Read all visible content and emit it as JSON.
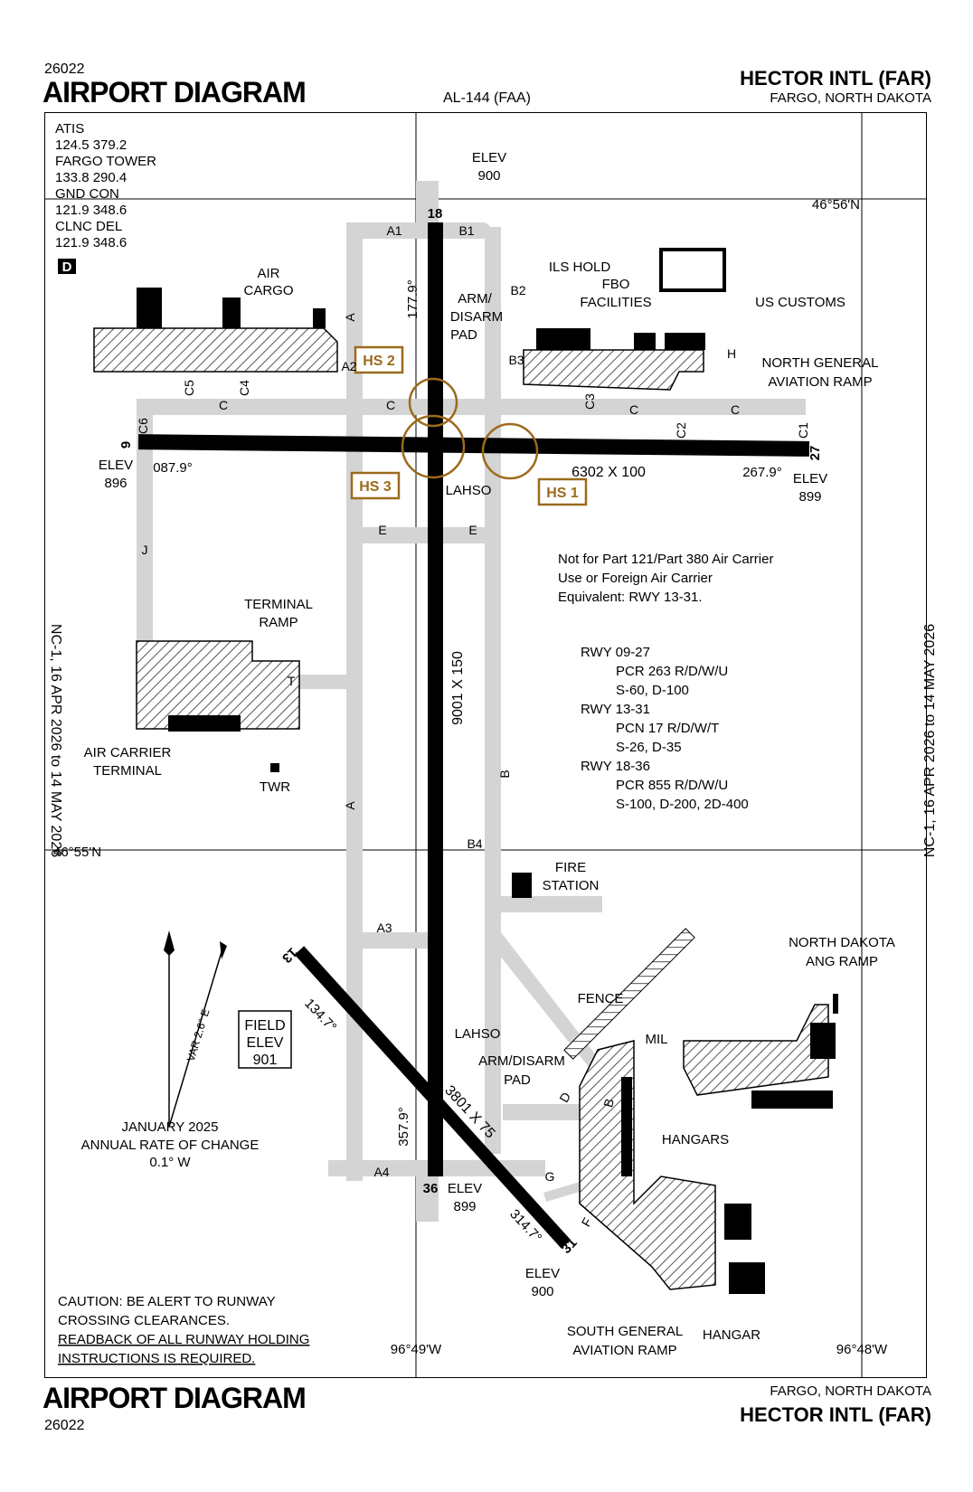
{
  "header": {
    "doc_id": "26022",
    "title": "AIRPORT DIAGRAM",
    "al_number": "AL-144 (FAA)",
    "airport_name": "HECTOR INTL (FAR)",
    "city": "FARGO, NORTH DAKOTA"
  },
  "footer": {
    "title": "AIRPORT DIAGRAM",
    "doc_id": "26022",
    "city": "FARGO, NORTH DAKOTA",
    "airport_name": "HECTOR INTL (FAR)"
  },
  "side_text": {
    "left": "NC-1, 16 APR 2026 to 14 MAY 2026",
    "right": "NC-1, 16 APR 2026 to 14 MAY 2026"
  },
  "frequencies": {
    "atis_label": "ATIS",
    "atis_freq": "124.5  379.2",
    "tower_label": "FARGO TOWER",
    "tower_freq": "133.8  290.4",
    "gnd_label": "GND CON",
    "gnd_freq": "121.9  348.6",
    "clnc_label": "CLNC DEL",
    "clnc_freq": "121.9  348.6",
    "class_box": "D"
  },
  "coordinates": {
    "lat_north": "46°56'N",
    "lat_south": "46°55'N",
    "lon_west": "96°49'W",
    "lon_east": "96°48'W"
  },
  "runways": {
    "rwy_09_27": {
      "dimensions": "6302 X 100",
      "heading_09": "087.9°",
      "heading_27": "267.9°",
      "end_09": "9",
      "end_27": "27",
      "elev_09": "896",
      "elev_27": "899"
    },
    "rwy_18_36": {
      "dimensions": "9001 X 150",
      "heading_18": "177.9°",
      "heading_36": "357.9°",
      "end_18": "18",
      "end_36": "36",
      "elev_18": "900",
      "elev_36": "899"
    },
    "rwy_13_31": {
      "dimensions": "3801 X 75",
      "heading_13": "134.7°",
      "heading_31": "314.7°",
      "end_13": "13",
      "end_31": "31",
      "elev_31": "900"
    }
  },
  "labels": {
    "elev": "ELEV",
    "air_cargo_1": "AIR",
    "air_cargo_2": "CARGO",
    "ils_hold": "ILS HOLD",
    "fbo_1": "FBO",
    "fbo_2": "FACILITIES",
    "us_customs": "US CUSTOMS",
    "arm_pad_1": "ARM/",
    "arm_pad_2": "DISARM",
    "arm_pad_3": "PAD",
    "north_ga_1": "NORTH GENERAL",
    "north_ga_2": "AVIATION RAMP",
    "lahso": "LAHSO",
    "terminal_ramp_1": "TERMINAL",
    "terminal_ramp_2": "RAMP",
    "air_carrier_1": "AIR CARRIER",
    "air_carrier_2": "TERMINAL",
    "twr": "TWR",
    "fire_1": "FIRE",
    "fire_2": "STATION",
    "nd_ang_1": "NORTH DAKOTA",
    "nd_ang_2": "ANG RAMP",
    "fence": "FENCE",
    "mil": "MIL",
    "arm_disarm_2a": "ARM/DISARM",
    "arm_disarm_2b": "PAD",
    "hangars": "HANGARS",
    "hangar": "HANGAR",
    "south_ga_1": "SOUTH GENERAL",
    "south_ga_2": "AVIATION RAMP",
    "field_elev_1": "FIELD",
    "field_elev_2": "ELEV",
    "field_elev_3": "901",
    "var": "VAR 2.6° E",
    "mag_1": "JANUARY 2025",
    "mag_2": "ANNUAL RATE OF CHANGE",
    "mag_3": "0.1° W"
  },
  "hot_spots": [
    "HS 1",
    "HS 2",
    "HS 3"
  ],
  "taxiways": {
    "a": "A",
    "a1": "A1",
    "a2": "A2",
    "a3": "A3",
    "a4": "A4",
    "b": "B",
    "b1": "B1",
    "b2": "B2",
    "b3": "B3",
    "b4": "B4",
    "c": "C",
    "c1": "C1",
    "c2": "C2",
    "c3": "C3",
    "c4": "C4",
    "c5": "C5",
    "c6": "C6",
    "d": "D",
    "e": "E",
    "f": "F",
    "g": "G",
    "h": "H",
    "j": "J",
    "t": "T"
  },
  "notes": {
    "restriction_1": "Not for Part 121/Part 380 Air Carrier",
    "restriction_2": "Use or Foreign Air Carrier",
    "restriction_3": "Equivalent: RWY 13-31.",
    "pcn": [
      {
        "rwy": "RWY 09-27",
        "pcr": "PCR 263 R/D/W/U",
        "weights": "S-60, D-100"
      },
      {
        "rwy": "RWY 13-31",
        "pcr": "PCN 17 R/D/W/T",
        "weights": "S-26, D-35"
      },
      {
        "rwy": "RWY 18-36",
        "pcr": "PCR 855 R/D/W/U",
        "weights": "S-100, D-200, 2D-400"
      }
    ],
    "caution_1": "CAUTION: BE ALERT TO RUNWAY",
    "caution_2": "CROSSING CLEARANCES.",
    "caution_3": "READBACK OF ALL RUNWAY HOLDING",
    "caution_4": "INSTRUCTIONS IS REQUIRED."
  }
}
